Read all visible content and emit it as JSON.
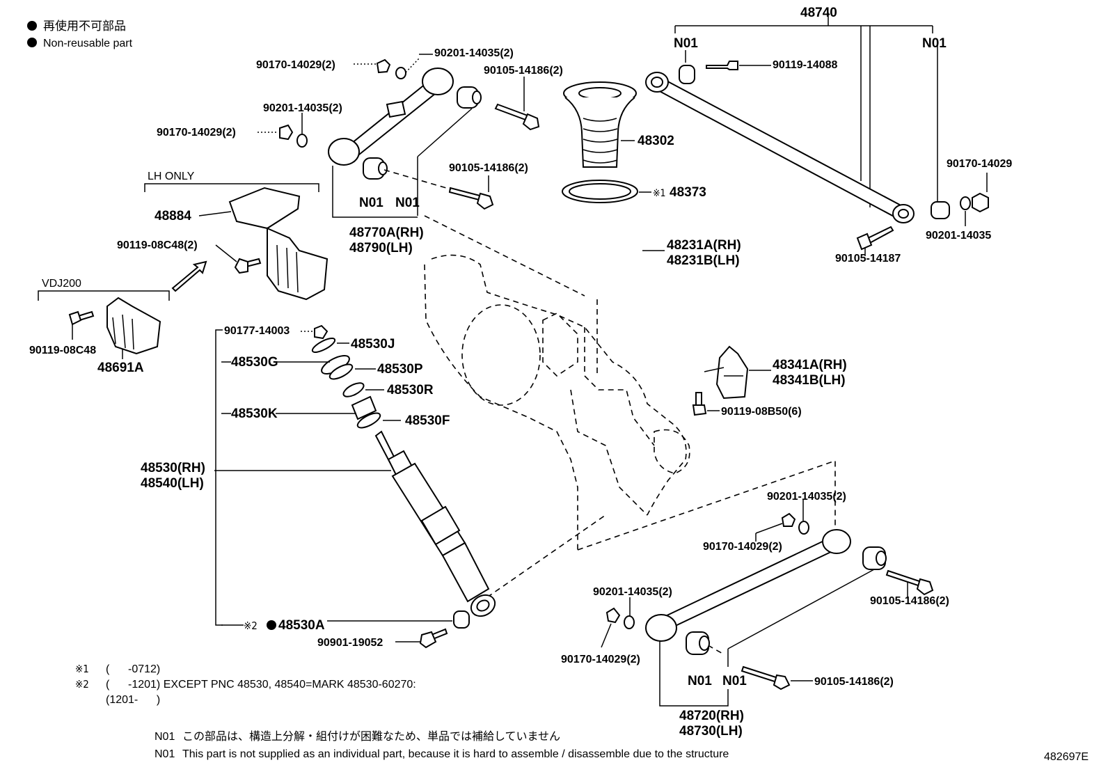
{
  "legend": {
    "jp": "再使用不可部品",
    "en": "Non-reusable part"
  },
  "labels": {
    "p48740": "48740",
    "n01_tr_l": "N01",
    "n01_tr_r": "N01",
    "p90119_14088": "90119-14088",
    "p90170_14029": "90170-14029",
    "p90201_14035": "90201-14035",
    "p90105_14187": "90105-14187",
    "p90170_14029_2_a": "90170-14029(2)",
    "p90201_14035_2_a": "90201-14035(2)",
    "p90105_14186_2_a": "90105-14186(2)",
    "p90201_14035_2_b": "90201-14035(2)",
    "p90170_14029_2_b": "90170-14029(2)",
    "p90105_14186_2_b": "90105-14186(2)",
    "n01_ul_a": "N01",
    "n01_ul_b": "N01",
    "p48770a": "48770A(RH)",
    "p48790": "48790(LH)",
    "lh_only": "LH ONLY",
    "p48884": "48884",
    "p90119_08c48_2": "90119-08C48(2)",
    "vdj200": "VDJ200",
    "p90119_08c48": "90119-08C48",
    "p48691a": "48691A",
    "p48302": "48302",
    "mark1": "※1",
    "p48373": "48373",
    "p48231a": "48231A(RH)",
    "p48231b": "48231B(LH)",
    "p48341a": "48341A(RH)",
    "p48341b": "48341B(LH)",
    "p90119_08b50": "90119-08B50(6)",
    "p90177_14003": "90177-14003",
    "p48530j": "48530J",
    "p48530g": "48530G",
    "p48530p": "48530P",
    "p48530r": "48530R",
    "p48530k": "48530K",
    "p48530f": "48530F",
    "p48530": "48530(RH)",
    "p48540": "48540(LH)",
    "mark2": "※2",
    "p48530a": "48530A",
    "p90901_19052": "90901-19052",
    "p90201_14035_2_c": "90201-14035(2)",
    "p90170_14029_2_c": "90170-14029(2)",
    "p90105_14186_2_c": "90105-14186(2)",
    "p90201_14035_2_d": "90201-14035(2)",
    "p90170_14029_2_d": "90170-14029(2)",
    "p90105_14186_2_d": "90105-14186(2)",
    "n01_lr_a": "N01",
    "n01_lr_b": "N01",
    "p48720": "48720(RH)",
    "p48730": "48730(LH)"
  },
  "notes": {
    "n1_mark": "※1",
    "n1_text": "(      -0712)",
    "n2_mark": "※2",
    "n2_text": "(      -1201) EXCEPT PNC 48530, 48540=MARK 48530-60270:",
    "n2_text2": "(1201-      )",
    "n01_code_jp": "N01",
    "n01_jp": "この部品は、構造上分解・組付けが困難なため、単品では補給していません",
    "n01_code_en": "N01",
    "n01_en": "This part is not supplied as an individual part, because it is hard to assemble / disassemble due to the structure"
  },
  "figure_id": "482697E"
}
